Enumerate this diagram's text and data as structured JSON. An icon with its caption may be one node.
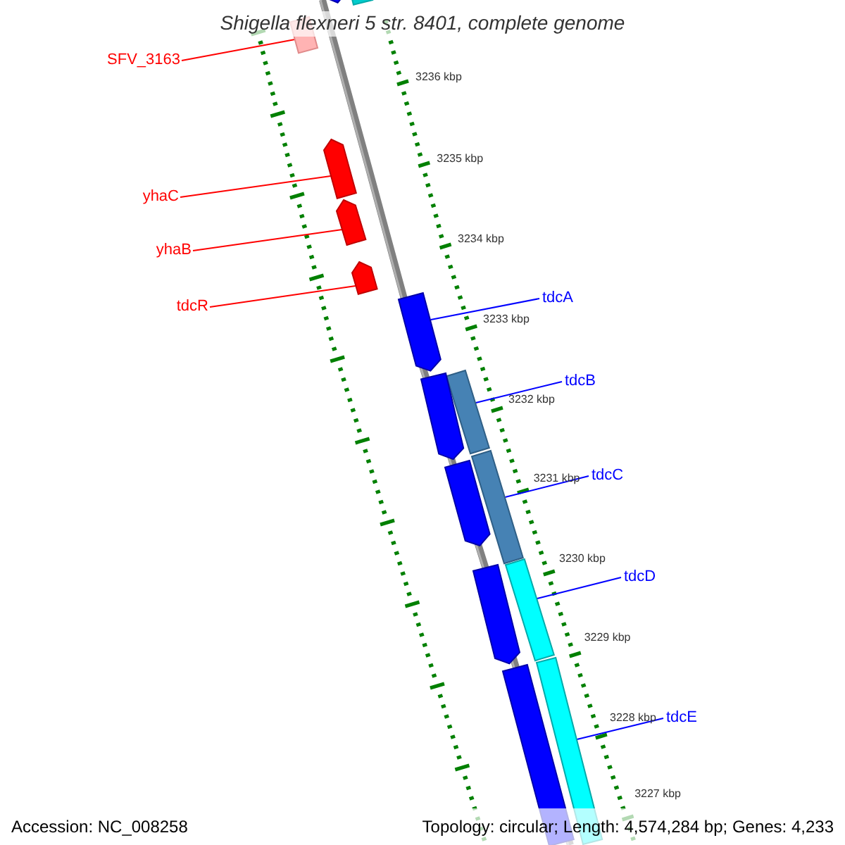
{
  "diagram": {
    "title": "Shigella flexneri 5 str. 8401, complete genome",
    "nodes": [
      {
        "text": [
          "SFV_3163"
        ]
      },
      {
        "text": [],
        "shape": "bar"
      },
      {
        "text": [
          "yhaC"
        ]
      },
      {
        "text": [],
        "shape": "arrow"
      },
      {
        "text": [
          "yhaB"
        ]
      },
      {
        "text": [],
        "shape": "arrow"
      },
      {
        "text": [
          "tdcR"
        ]
      },
      {
        "text": [],
        "shape": "arrow"
      },
      {
        "text": [
          "tdcA"
        ]
      },
      {
        "text": [],
        "shape": "arrow"
      },
      {
        "text": [
          "tdcB"
        ]
      },
      {
        "text": [],
        "shape": "bar"
      },
      {
        "text": [
          "tdcC"
        ]
      },
      {
        "text": [],
        "shape": "bar"
      },
      {
        "text": [
          "tdcD"
        ]
      },
      {
        "text": [],
        "shape": "bar"
      },
      {
        "text": [
          "tdcE"
        ]
      },
      {
        "text": [],
        "shape": "bar"
      },
      {
        "text": [],
        "shape": "arrow"
      },
      {
        "text": [],
        "shape": "bar"
      },
      {
        "text": [],
        "shape": "arrow"
      },
      {
        "text": [],
        "shape": "arrow"
      },
      {
        "text": [],
        "shape": "arrow"
      },
      {
        "text": [],
        "shape": "bar"
      }
    ],
    "edges": [
      {
        "from": 0,
        "to": 1,
        "arrow": "none",
        "color": "#ff0000"
      },
      {
        "from": 2,
        "to": 3,
        "arrow": "none",
        "color": "#ff0000"
      },
      {
        "from": 4,
        "to": 5,
        "arrow": "none",
        "color": "#ff0000"
      },
      {
        "from": 6,
        "to": 7,
        "arrow": "none",
        "color": "#ff0000"
      },
      {
        "from": 8,
        "to": 9,
        "arrow": "none"
      },
      {
        "from": 10,
        "to": 11,
        "arrow": "none"
      },
      {
        "from": 12,
        "to": 13,
        "arrow": "none"
      },
      {
        "from": 14,
        "to": 15,
        "arrow": "none"
      },
      {
        "from": 16,
        "to": 17,
        "arrow": "none"
      }
    ],
    "labels": [
      "3236 kbp",
      "3235 kbp",
      "3234 kbp",
      "3233 kbp",
      "3232 kbp",
      "3231 kbp",
      "3230 kbp",
      "3229 kbp",
      "3228 kbp",
      "3227 kbp",
      "Accession: NC_008258",
      "Topology: circular; Length: 4,574,284 bp; Genes: 4,233"
    ]
  }
}
